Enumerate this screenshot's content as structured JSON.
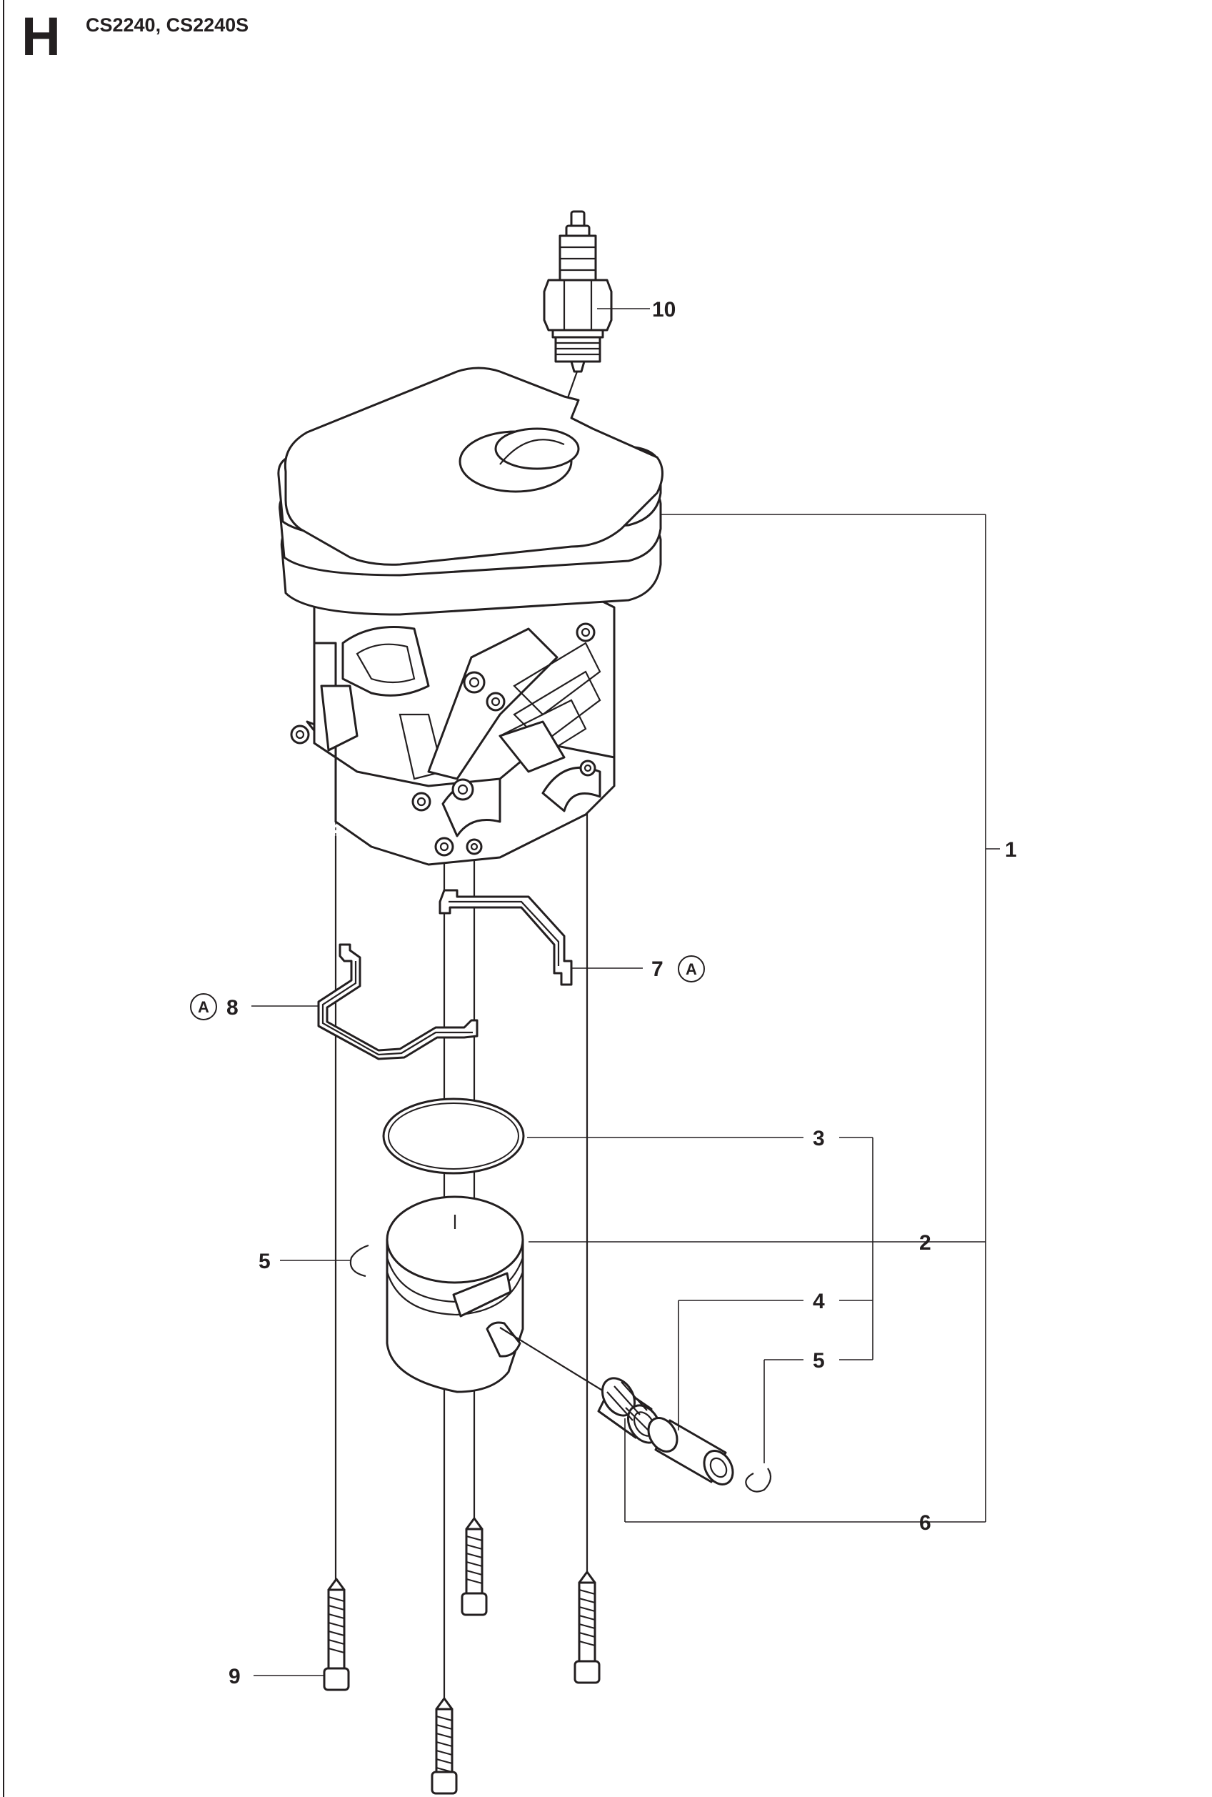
{
  "header": {
    "section_letter": "H",
    "models": "CS2240, CS2240S"
  },
  "callouts": {
    "c1": "1",
    "c2": "2",
    "c3": "3",
    "c4": "4",
    "c5a": "5",
    "c5b": "5",
    "c6": "6",
    "c7": "7",
    "c8": "8",
    "c9": "9",
    "c10": "10"
  },
  "reference_marks": {
    "ref7": "A",
    "ref8": "A"
  }
}
